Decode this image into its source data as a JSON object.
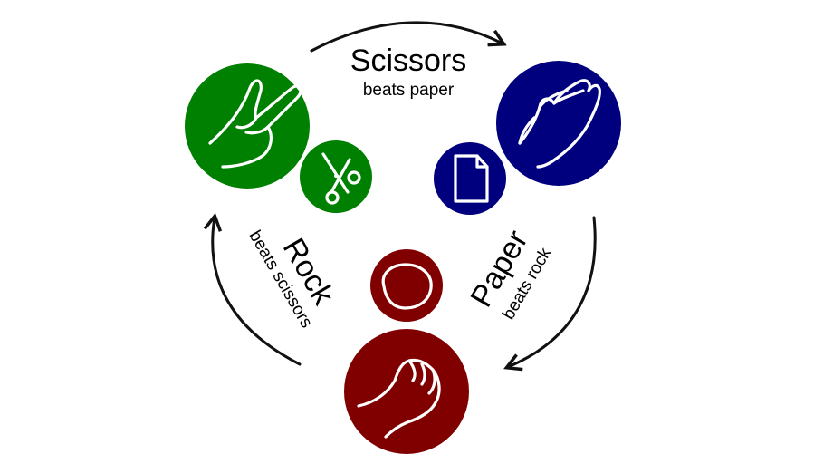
{
  "colors": {
    "scissors": "#008000",
    "paper": "#00007f",
    "rock": "#800000",
    "arrow": "#111111",
    "glyph": "#ffffff"
  },
  "labels": {
    "scissors": {
      "title": "Scissors",
      "subtitle": "beats paper"
    },
    "paper": {
      "title": "Paper",
      "subtitle": "beats rock"
    },
    "rock": {
      "title": "Rock",
      "subtitle": "beats scissors"
    }
  },
  "icons": {
    "scissors_hand": "v-sign-hand-icon",
    "scissors_object": "scissors-icon",
    "paper_hand": "open-hand-icon",
    "paper_object": "document-icon",
    "rock_hand": "fist-icon",
    "rock_object": "rock-icon"
  }
}
